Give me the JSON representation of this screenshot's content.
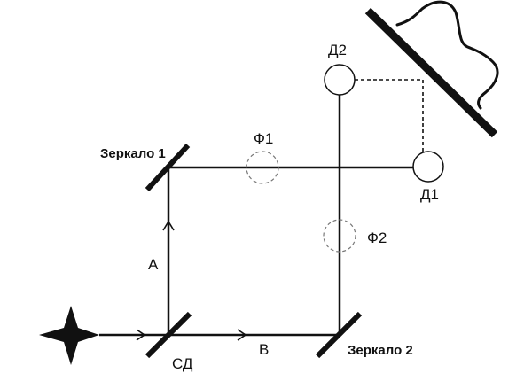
{
  "labels": {
    "mirror1": "Зеркало 1",
    "mirror2": "Зеркало 2",
    "beam_splitter": "СД",
    "path_a": "А",
    "path_b": "В",
    "phase1": "Ф1",
    "phase2": "Ф2",
    "detector1": "Д1",
    "detector2": "Д2"
  },
  "colors": {
    "line": "#111111",
    "dashed": "#777777",
    "background": "#ffffff"
  }
}
